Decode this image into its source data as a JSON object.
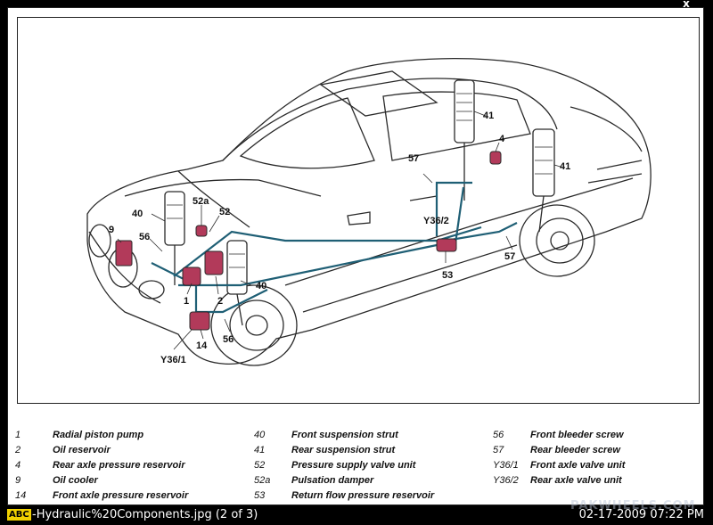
{
  "close_label": "x",
  "diagram": {
    "callouts": [
      {
        "id": "41a",
        "text": "41"
      },
      {
        "id": "41b",
        "text": "41"
      },
      {
        "id": "4",
        "text": "4"
      },
      {
        "id": "57a",
        "text": "57"
      },
      {
        "id": "57b",
        "text": "57"
      },
      {
        "id": "y362",
        "text": "Y36/2"
      },
      {
        "id": "53",
        "text": "53"
      },
      {
        "id": "52a",
        "text": "52a"
      },
      {
        "id": "52",
        "text": "52"
      },
      {
        "id": "40a",
        "text": "40"
      },
      {
        "id": "40b",
        "text": "40"
      },
      {
        "id": "9",
        "text": "9"
      },
      {
        "id": "56a",
        "text": "56"
      },
      {
        "id": "56b",
        "text": "56"
      },
      {
        "id": "1",
        "text": "1"
      },
      {
        "id": "2",
        "text": "2"
      },
      {
        "id": "14",
        "text": "14"
      },
      {
        "id": "y361",
        "text": "Y36/1"
      }
    ],
    "colors": {
      "line": "#2a2a2a",
      "hose": "#1f5f75",
      "component": "#b23a5a"
    }
  },
  "legend": {
    "col1": [
      {
        "num": "1",
        "label": "Radial piston pump"
      },
      {
        "num": "2",
        "label": "Oil reservoir"
      },
      {
        "num": "4",
        "label": "Rear axle pressure reservoir"
      },
      {
        "num": "9",
        "label": "Oil cooler"
      },
      {
        "num": "14",
        "label": "Front axle pressure reservoir"
      }
    ],
    "col2": [
      {
        "num": "40",
        "label": "Front suspension strut"
      },
      {
        "num": "41",
        "label": "Rear suspension strut"
      },
      {
        "num": "52",
        "label": "Pressure supply valve unit"
      },
      {
        "num": "52a",
        "label": "Pulsation damper"
      },
      {
        "num": "53",
        "label": "Return flow pressure reservoir"
      }
    ],
    "col3": [
      {
        "num": "56",
        "label": "Front bleeder screw"
      },
      {
        "num": "57",
        "label": "Rear bleeder screw"
      },
      {
        "num": "Y36/1",
        "label": "Front axle valve unit"
      },
      {
        "num": "Y36/2",
        "label": "Rear axle valve unit"
      }
    ]
  },
  "status": {
    "icon_text": "ABC",
    "title": "-Hydraulic%20Components.jpg (2 of 3)",
    "watermark": "PAKWHEELS.COM",
    "datetime": "02-17-2009 07:22 PM"
  }
}
